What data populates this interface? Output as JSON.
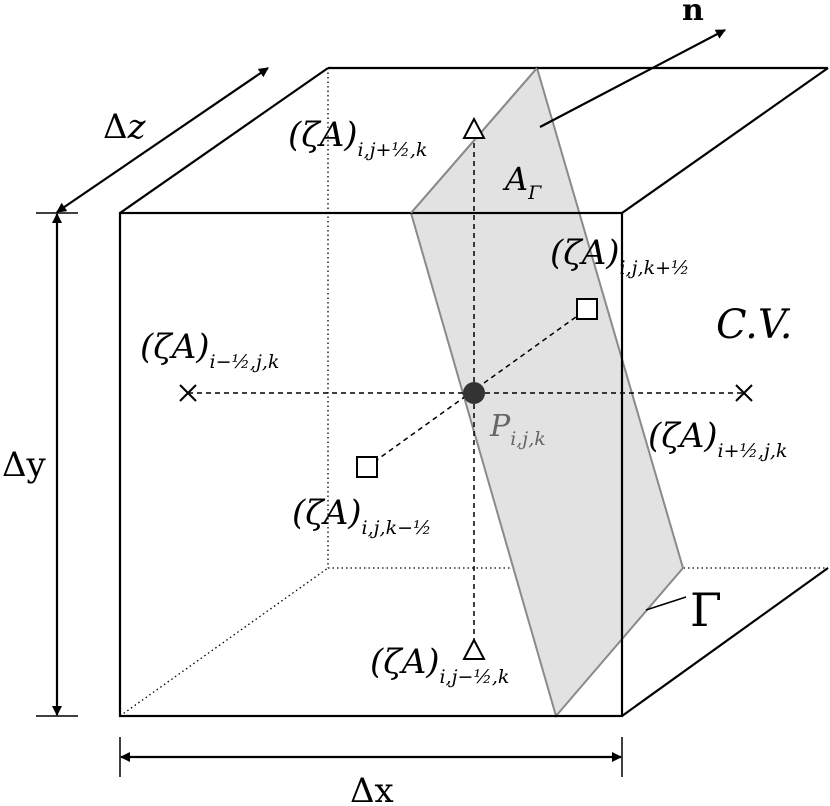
{
  "diagram": {
    "labels": {
      "normal": "n",
      "dz": "Δz",
      "dy": "Δy",
      "dx": "Δx",
      "area": "A",
      "area_sub": "Γ",
      "cv": "C.V.",
      "interface": "Γ",
      "point": "P",
      "point_sub": "i,j,k",
      "za": "(ζA)",
      "top_sub": "i,j+½,k",
      "bottom_sub": "i,j−½,k",
      "left_sub": "i−½,j,k",
      "right_sub": "i+½,j,k",
      "back_sub": "i,j,k+½",
      "front_sub": "i,j,k−½"
    }
  }
}
